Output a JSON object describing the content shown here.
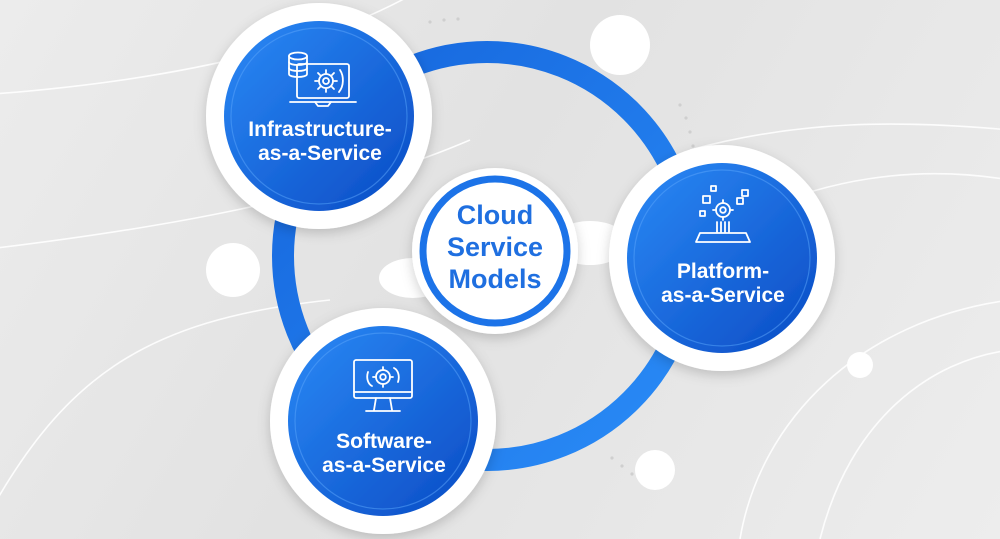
{
  "diagram": {
    "center": {
      "lines": [
        "Cloud",
        "Service",
        "Models"
      ]
    },
    "nodes": [
      {
        "id": "iaas",
        "icon": "server-laptop-gear-icon",
        "lines": [
          "Infrastructure-",
          "as-a-Service"
        ]
      },
      {
        "id": "paas",
        "icon": "platform-gears-icon",
        "lines": [
          "Platform-",
          "as-a-Service"
        ]
      },
      {
        "id": "saas",
        "icon": "monitor-gear-icon",
        "lines": [
          "Software-",
          "as-a-Service"
        ]
      }
    ],
    "colors": {
      "ring": "#1a73e8",
      "node_fill_dark": "#0a4fc9",
      "node_fill_light": "#2a86f5",
      "center_text": "#1f6fe0",
      "background": "#e6e6e6"
    }
  }
}
